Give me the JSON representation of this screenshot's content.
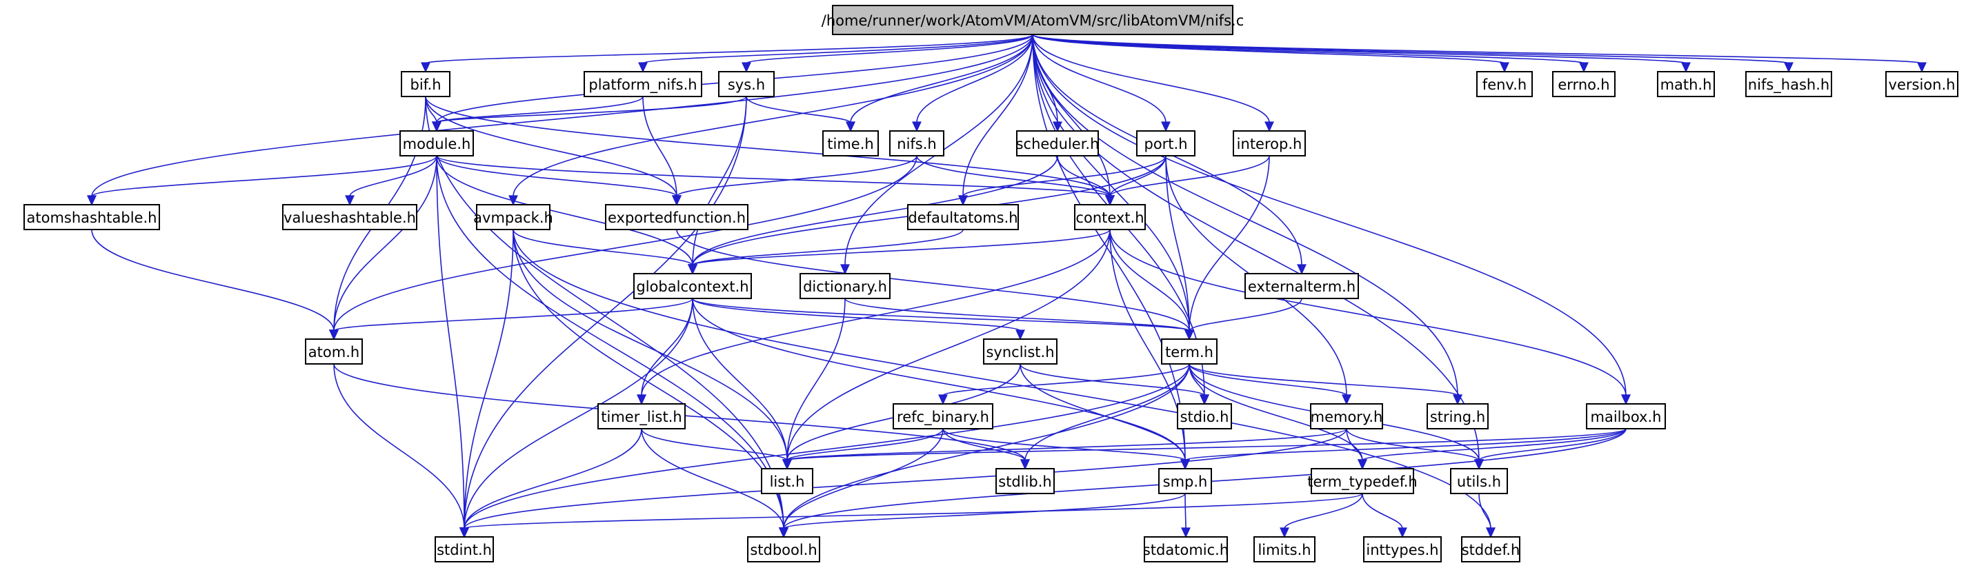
{
  "graph": {
    "edge_color": "#1f1fcc",
    "root_fill": "#bfbfbf",
    "nodes": [
      {
        "id": "nifs_c",
        "label": "/home/runner/work/AtomVM/AtomVM/src/libAtomVM/nifs.c",
        "root": true
      },
      {
        "id": "bif_h",
        "label": "bif.h"
      },
      {
        "id": "platform_nifs_h",
        "label": "platform_nifs.h"
      },
      {
        "id": "sys_h",
        "label": "sys.h"
      },
      {
        "id": "time_h",
        "label": "time.h"
      },
      {
        "id": "module_h",
        "label": "module.h"
      },
      {
        "id": "nifs_h",
        "label": "nifs.h"
      },
      {
        "id": "scheduler_h",
        "label": "scheduler.h"
      },
      {
        "id": "port_h",
        "label": "port.h"
      },
      {
        "id": "interop_h",
        "label": "interop.h"
      },
      {
        "id": "fenv_h",
        "label": "fenv.h"
      },
      {
        "id": "errno_h",
        "label": "errno.h"
      },
      {
        "id": "math_h",
        "label": "math.h"
      },
      {
        "id": "nifs_hash_h",
        "label": "nifs_hash.h"
      },
      {
        "id": "version_h",
        "label": "version.h"
      },
      {
        "id": "atomshashtable_h",
        "label": "atomshashtable.h"
      },
      {
        "id": "valueshashtable_h",
        "label": "valueshashtable.h"
      },
      {
        "id": "avmpack_h",
        "label": "avmpack.h"
      },
      {
        "id": "exportedfunction_h",
        "label": "exportedfunction.h"
      },
      {
        "id": "defaultatoms_h",
        "label": "defaultatoms.h"
      },
      {
        "id": "context_h",
        "label": "context.h"
      },
      {
        "id": "globalcontext_h",
        "label": "globalcontext.h"
      },
      {
        "id": "dictionary_h",
        "label": "dictionary.h"
      },
      {
        "id": "externalterm_h",
        "label": "externalterm.h"
      },
      {
        "id": "atom_h",
        "label": "atom.h"
      },
      {
        "id": "synclist_h",
        "label": "synclist.h"
      },
      {
        "id": "term_h",
        "label": "term.h"
      },
      {
        "id": "timer_list_h",
        "label": "timer_list.h"
      },
      {
        "id": "refc_binary_h",
        "label": "refc_binary.h"
      },
      {
        "id": "stdio_h",
        "label": "stdio.h"
      },
      {
        "id": "memory_h",
        "label": "memory.h"
      },
      {
        "id": "string_h",
        "label": "string.h"
      },
      {
        "id": "mailbox_h",
        "label": "mailbox.h"
      },
      {
        "id": "list_h",
        "label": "list.h"
      },
      {
        "id": "stdlib_h",
        "label": "stdlib.h"
      },
      {
        "id": "smp_h",
        "label": "smp.h"
      },
      {
        "id": "term_typedef_h",
        "label": "term_typedef.h"
      },
      {
        "id": "utils_h",
        "label": "utils.h"
      },
      {
        "id": "stdint_h",
        "label": "stdint.h"
      },
      {
        "id": "stdbool_h",
        "label": "stdbool.h"
      },
      {
        "id": "stdatomic_h",
        "label": "stdatomic.h"
      },
      {
        "id": "limits_h",
        "label": "limits.h"
      },
      {
        "id": "inttypes_h",
        "label": "inttypes.h"
      },
      {
        "id": "stddef_h",
        "label": "stddef.h"
      }
    ],
    "edges": [
      [
        "nifs_c",
        "bif_h"
      ],
      [
        "nifs_c",
        "platform_nifs_h"
      ],
      [
        "nifs_c",
        "sys_h"
      ],
      [
        "nifs_c",
        "time_h"
      ],
      [
        "nifs_c",
        "module_h"
      ],
      [
        "nifs_c",
        "nifs_h"
      ],
      [
        "nifs_c",
        "scheduler_h"
      ],
      [
        "nifs_c",
        "port_h"
      ],
      [
        "nifs_c",
        "interop_h"
      ],
      [
        "nifs_c",
        "fenv_h"
      ],
      [
        "nifs_c",
        "errno_h"
      ],
      [
        "nifs_c",
        "math_h"
      ],
      [
        "nifs_c",
        "nifs_hash_h"
      ],
      [
        "nifs_c",
        "version_h"
      ],
      [
        "nifs_c",
        "atomshashtable_h"
      ],
      [
        "nifs_c",
        "avmpack_h"
      ],
      [
        "nifs_c",
        "defaultatoms_h"
      ],
      [
        "nifs_c",
        "context_h"
      ],
      [
        "nifs_c",
        "dictionary_h"
      ],
      [
        "nifs_c",
        "externalterm_h"
      ],
      [
        "nifs_c",
        "term_h"
      ],
      [
        "nifs_c",
        "stdio_h"
      ],
      [
        "nifs_c",
        "string_h"
      ],
      [
        "nifs_c",
        "mailbox_h"
      ],
      [
        "nifs_c",
        "utils_h"
      ],
      [
        "nifs_c",
        "smp_h"
      ],
      [
        "bif_h",
        "module_h"
      ],
      [
        "bif_h",
        "exportedfunction_h"
      ],
      [
        "bif_h",
        "context_h"
      ],
      [
        "bif_h",
        "atom_h"
      ],
      [
        "bif_h",
        "stdbool_h"
      ],
      [
        "platform_nifs_h",
        "module_h"
      ],
      [
        "platform_nifs_h",
        "exportedfunction_h"
      ],
      [
        "sys_h",
        "time_h"
      ],
      [
        "sys_h",
        "module_h"
      ],
      [
        "sys_h",
        "globalcontext_h"
      ],
      [
        "sys_h",
        "stdint_h"
      ],
      [
        "module_h",
        "atomshashtable_h"
      ],
      [
        "module_h",
        "valueshashtable_h"
      ],
      [
        "module_h",
        "exportedfunction_h"
      ],
      [
        "module_h",
        "context_h"
      ],
      [
        "module_h",
        "globalcontext_h"
      ],
      [
        "module_h",
        "atom_h"
      ],
      [
        "module_h",
        "stdint_h"
      ],
      [
        "module_h",
        "stdbool_h"
      ],
      [
        "nifs_h",
        "context_h"
      ],
      [
        "nifs_h",
        "exportedfunction_h"
      ],
      [
        "nifs_h",
        "atom_h"
      ],
      [
        "scheduler_h",
        "context_h"
      ],
      [
        "scheduler_h",
        "globalcontext_h"
      ],
      [
        "port_h",
        "context_h"
      ],
      [
        "port_h",
        "defaultatoms_h"
      ],
      [
        "port_h",
        "globalcontext_h"
      ],
      [
        "port_h",
        "term_h"
      ],
      [
        "port_h",
        "memory_h"
      ],
      [
        "interop_h",
        "context_h"
      ],
      [
        "interop_h",
        "term_h"
      ],
      [
        "atomshashtable_h",
        "atom_h"
      ],
      [
        "avmpack_h",
        "globalcontext_h"
      ],
      [
        "avmpack_h",
        "list_h"
      ],
      [
        "avmpack_h",
        "stdint_h"
      ],
      [
        "avmpack_h",
        "stdbool_h"
      ],
      [
        "avmpack_h",
        "stddef_h"
      ],
      [
        "exportedfunction_h",
        "term_h"
      ],
      [
        "defaultatoms_h",
        "globalcontext_h"
      ],
      [
        "context_h",
        "globalcontext_h"
      ],
      [
        "context_h",
        "term_h"
      ],
      [
        "context_h",
        "mailbox_h"
      ],
      [
        "context_h",
        "list_h"
      ],
      [
        "context_h",
        "timer_list_h"
      ],
      [
        "context_h",
        "smp_h"
      ],
      [
        "globalcontext_h",
        "atom_h"
      ],
      [
        "globalcontext_h",
        "synclist_h"
      ],
      [
        "globalcontext_h",
        "term_h"
      ],
      [
        "globalcontext_h",
        "timer_list_h"
      ],
      [
        "globalcontext_h",
        "list_h"
      ],
      [
        "globalcontext_h",
        "smp_h"
      ],
      [
        "globalcontext_h",
        "stdint_h"
      ],
      [
        "dictionary_h",
        "term_h"
      ],
      [
        "dictionary_h",
        "list_h"
      ],
      [
        "externalterm_h",
        "term_h"
      ],
      [
        "atom_h",
        "stdint_h"
      ],
      [
        "atom_h",
        "stdlib_h"
      ],
      [
        "synclist_h",
        "list_h"
      ],
      [
        "synclist_h",
        "smp_h"
      ],
      [
        "synclist_h",
        "stdio_h"
      ],
      [
        "term_h",
        "refc_binary_h"
      ],
      [
        "term_h",
        "stdio_h"
      ],
      [
        "term_h",
        "memory_h"
      ],
      [
        "term_h",
        "string_h"
      ],
      [
        "term_h",
        "stdlib_h"
      ],
      [
        "term_h",
        "term_typedef_h"
      ],
      [
        "term_h",
        "utils_h"
      ],
      [
        "term_h",
        "stdint_h"
      ],
      [
        "term_h",
        "stdbool_h"
      ],
      [
        "timer_list_h",
        "list_h"
      ],
      [
        "timer_list_h",
        "stdint_h"
      ],
      [
        "timer_list_h",
        "stdbool_h"
      ],
      [
        "refc_binary_h",
        "list_h"
      ],
      [
        "refc_binary_h",
        "smp_h"
      ],
      [
        "refc_binary_h",
        "stdlib_h"
      ],
      [
        "refc_binary_h",
        "stdbool_h"
      ],
      [
        "memory_h",
        "term_typedef_h"
      ],
      [
        "memory_h",
        "utils_h"
      ],
      [
        "memory_h",
        "stdint_h"
      ],
      [
        "memory_h",
        "list_h"
      ],
      [
        "mailbox_h",
        "list_h"
      ],
      [
        "mailbox_h",
        "term_typedef_h"
      ],
      [
        "mailbox_h",
        "utils_h"
      ],
      [
        "mailbox_h",
        "smp_h"
      ],
      [
        "mailbox_h",
        "stdbool_h"
      ],
      [
        "smp_h",
        "stdatomic_h"
      ],
      [
        "smp_h",
        "stdbool_h"
      ],
      [
        "term_typedef_h",
        "limits_h"
      ],
      [
        "term_typedef_h",
        "inttypes_h"
      ],
      [
        "term_typedef_h",
        "stdint_h"
      ],
      [
        "utils_h",
        "stddef_h"
      ]
    ]
  }
}
